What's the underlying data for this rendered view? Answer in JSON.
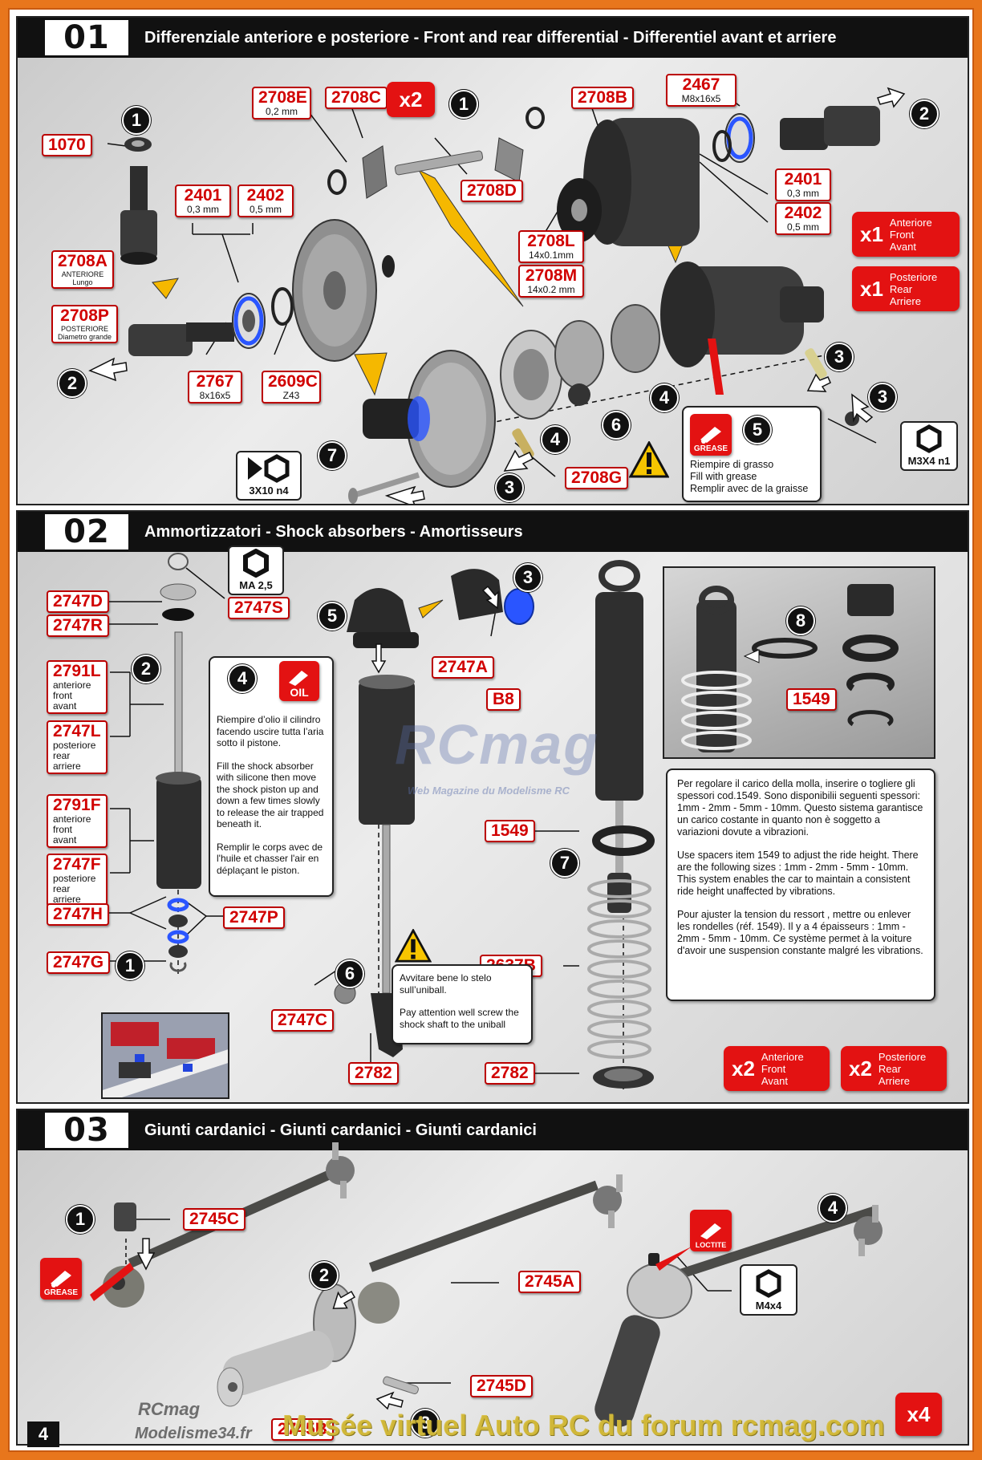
{
  "page_number": "4",
  "sections": [
    {
      "num": "01",
      "title": "Differenziale anteriore e posteriore - Front and rear differential - Differentiel avant et arriere"
    },
    {
      "num": "02",
      "title": "Ammortizzatori - Shock absorbers - Amortisseurs"
    },
    {
      "num": "03",
      "title": "Giunti cardanici - Giunti cardanici - Giunti cardanici"
    }
  ],
  "s1": {
    "parts": {
      "p1070": "1070",
      "p2708A": "2708A",
      "p2708A_sub1": "ANTERIORE",
      "p2708A_sub2": "Lungo",
      "p2708P": "2708P",
      "p2708P_sub1": "POSTERIORE",
      "p2708P_sub2": "Diametro grande",
      "p2401": "2401",
      "p2401_dim": "0,3 mm",
      "p2402": "2402",
      "p2402_dim": "0,5 mm",
      "p2767": "2767",
      "p2767_dim": "8x16x5",
      "p2609C": "2609C",
      "p2609C_dim": "Z43",
      "p2708E": "2708E",
      "p2708E_dim": "0,2 mm",
      "p2708C": "2708C",
      "p2708D": "2708D",
      "p2708B": "2708B",
      "p2467": "2467",
      "p2467_dim": "M8x16x5",
      "p2401b": "2401",
      "p2401b_dim": "0,3 mm",
      "p2402b": "2402",
      "p2402b_dim": "0,5 mm",
      "p2708L": "2708L",
      "p2708L_dim": "14x0.1mm",
      "p2708M": "2708M",
      "p2708M_dim": "14x0.2 mm",
      "p2708G": "2708G"
    },
    "x2": "x2",
    "badges": [
      {
        "mult": "x1",
        "l1": "Anteriore",
        "l2": "Front",
        "l3": "Avant"
      },
      {
        "mult": "x1",
        "l1": "Posteriore",
        "l2": "Rear",
        "l3": "Arriere"
      }
    ],
    "grease_label": "GREASE",
    "grease_note": [
      "Riempire di grasso",
      "Fill with grease",
      "Remplir avec de la graisse"
    ],
    "screw1": "3X10 n4",
    "screw2": "M3X4 n1",
    "steps": [
      "1",
      "2",
      "1",
      "2",
      "7",
      "3",
      "4",
      "6",
      "4",
      "3",
      "3",
      "5"
    ]
  },
  "s2": {
    "parts": {
      "p2747D": "2747D",
      "p2747R": "2747R",
      "p2791L": "2791L",
      "p2791L_sub": [
        "anteriore",
        "front",
        "avant"
      ],
      "p2747L": "2747L",
      "p2747L_sub": [
        "posteriore",
        "rear",
        "arriere"
      ],
      "p2791F": "2791F",
      "p2791F_sub": [
        "anteriore",
        "front",
        "avant"
      ],
      "p2747F": "2747F",
      "p2747F_sub": [
        "posteriore",
        "rear",
        "arriere"
      ],
      "p2747H": "2747H",
      "p2747P": "2747P",
      "p2747G": "2747G",
      "p2747S": "2747S",
      "p2747A": "2747A",
      "pB8": "B8",
      "p2747C": "2747C",
      "p2782a": "2782",
      "p2782b": "2782",
      "p1549a": "1549",
      "p1549b": "1549",
      "p2637B": "2637B"
    },
    "nut": "MA 2,5",
    "oil_label": "OIL",
    "oil_note": [
      "Riempire d’olio il cilindro facendo uscire tutta l’aria sotto il pistone.",
      "Fill the shock absorber with silicone then move the shock piston up and down a few times slowly to release the air trapped beneath it.",
      "Remplir le corps avec de l'huile et chasser l'air en déplaçant le piston."
    ],
    "warn_note": [
      "Avvitare bene lo stelo sull’uniball.",
      "Pay attention well screw the shock shaft to the uniball"
    ],
    "spacer_note": [
      "Per regolare il carico della molla, inserire o togliere gli spessori cod.1549. Sono disponibilii seguenti spessori: 1mm - 2mm - 5mm - 10mm. Questo sistema garantisce un carico costante in quanto non è soggetto a variazioni dovute a vibrazioni.",
      "Use spacers item 1549 to adjust the ride height. There are the following sizes : 1mm - 2mm - 5mm - 10mm. This system enables the car to maintain a consistent ride height unaffected by vibrations.",
      "Pour ajuster la tension du ressort , mettre ou enlever les rondelles (réf. 1549). Il y a 4 épaisseurs : 1mm - 2mm - 5mm - 10mm. Ce système permet à la voiture d'avoir une suspension constante malgré les vibrations."
    ],
    "badges": [
      {
        "mult": "x2",
        "l1": "Anteriore",
        "l2": "Front",
        "l3": "Avant"
      },
      {
        "mult": "x2",
        "l1": "Posteriore",
        "l2": "Rear",
        "l3": "Arriere"
      }
    ],
    "steps": [
      "2",
      "1",
      "4",
      "5",
      "3",
      "6",
      "7",
      "8"
    ]
  },
  "s3": {
    "parts": {
      "p2745C": "2745C",
      "p2745A": "2745A",
      "p2745D": "2745D",
      "p2745B": "2745B"
    },
    "grease_label": "GREASE",
    "loctite_label": "LOCTITE",
    "screw": "M4x4",
    "x4": "x4",
    "steps": [
      "1",
      "2",
      "3",
      "4"
    ]
  },
  "watermarks": {
    "logo": "RCmag",
    "logo_sub": "Web Magazine du Modelisme RC",
    "bottom_logo1": "RCmag",
    "bottom_logo2": "Modelisme34.fr",
    "footer_text": "Musée virtuel Auto RC du forum rcmag.com"
  },
  "colors": {
    "accent_red": "#e31212",
    "part_red": "#d10000",
    "header_black": "#111111",
    "frame_orange": "#e8761c"
  }
}
